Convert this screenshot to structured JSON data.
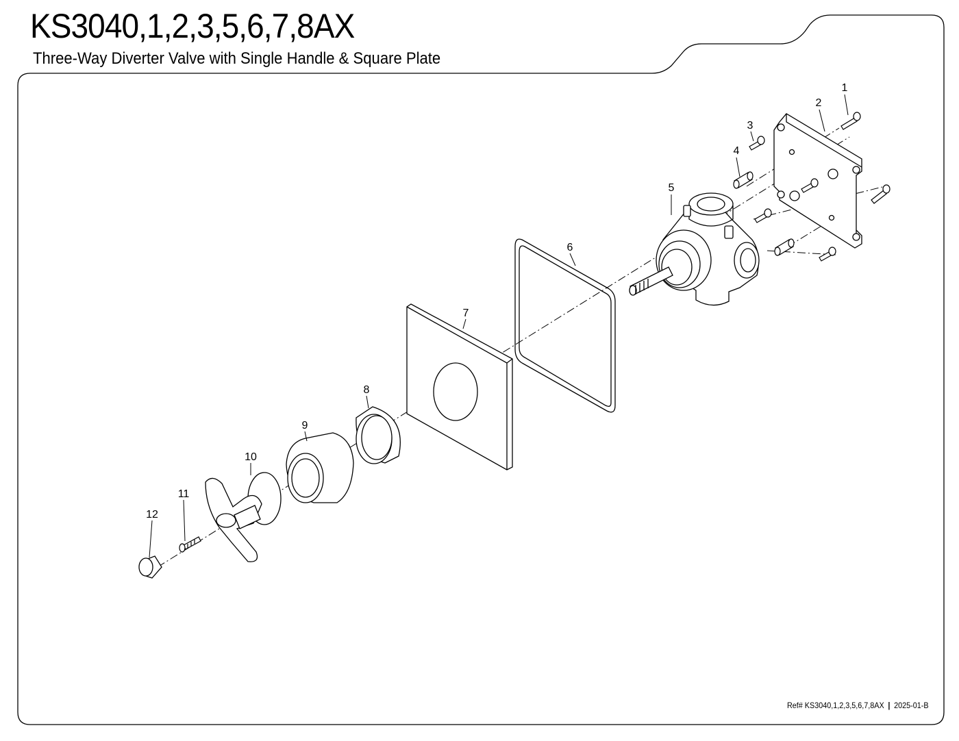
{
  "header": {
    "title": "KS3040,1,2,3,5,6,7,8AX",
    "subtitle": "Three-Way Diverter Valve with Single Handle & Square Plate"
  },
  "footer": {
    "ref_label": "Ref#",
    "ref_code": "KS3040,1,2,3,5,6,7,8AX",
    "separator": "|",
    "revision": "2025-01-B"
  },
  "parts": [
    {
      "number": "1"
    },
    {
      "number": "2"
    },
    {
      "number": "3"
    },
    {
      "number": "4"
    },
    {
      "number": "5"
    },
    {
      "number": "6"
    },
    {
      "number": "7"
    },
    {
      "number": "8"
    },
    {
      "number": "9"
    },
    {
      "number": "10"
    },
    {
      "number": "11"
    },
    {
      "number": "12"
    }
  ],
  "colors": {
    "line": "#000000",
    "background": "#ffffff"
  }
}
